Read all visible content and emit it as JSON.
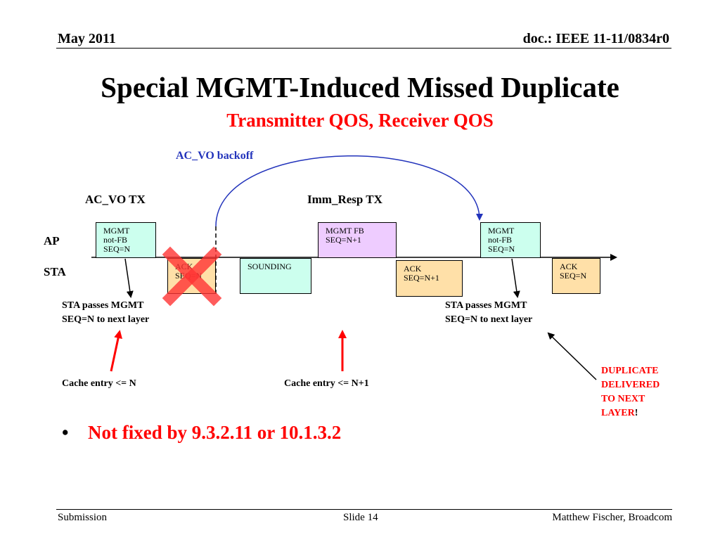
{
  "header": {
    "date": "May 2011",
    "doc": "doc.: IEEE 11-11/0834r0"
  },
  "title": "Special MGMT-Induced Missed Duplicate",
  "subtitle": "Transmitter QOS, Receiver QOS",
  "diagram": {
    "backoff_label": "AC_VO backoff",
    "acvo_tx_label": "AC_VO TX",
    "immresp_tx_label": "Imm_Resp TX",
    "ap_label": "AP",
    "sta_label": "STA",
    "boxes": {
      "mgmt1": [
        "MGMT",
        "not-FB",
        "SEQ=N"
      ],
      "ack1": [
        "ACK",
        "SEQ=N"
      ],
      "sounding": [
        "SOUNDING"
      ],
      "mgmtfb": [
        "MGMT FB",
        "SEQ=N+1"
      ],
      "ack2": [
        "ACK",
        "SEQ=N+1"
      ],
      "mgmt2": [
        "MGMT",
        "not-FB",
        "SEQ=N"
      ],
      "ack3": [
        "ACK",
        "SEQ=N"
      ]
    },
    "notes": {
      "sta_pass_1": [
        "STA passes MGMT",
        "SEQ=N to next layer"
      ],
      "sta_pass_2": [
        "STA passes MGMT",
        "SEQ=N to next layer"
      ],
      "cache_1": "Cache entry <= N",
      "cache_2": "Cache entry <= N+1",
      "duplicate": [
        "DUPLICATE",
        "DELIVERED",
        "TO NEXT",
        "LAYER"
      ],
      "duplicate_excl": "!"
    },
    "colors": {
      "mint": "#ccffee",
      "lavender": "#eeccff",
      "peach": "#ffe0a8",
      "red": "#ff0000",
      "x_mark": "#ff3333",
      "arc": "#2233bb"
    }
  },
  "bullet": {
    "marker": "•",
    "text": "Not fixed by 9.3.2.11 or 10.1.3.2"
  },
  "footer": {
    "left": "Submission",
    "center": "Slide 14",
    "right": "Matthew Fischer, Broadcom"
  }
}
